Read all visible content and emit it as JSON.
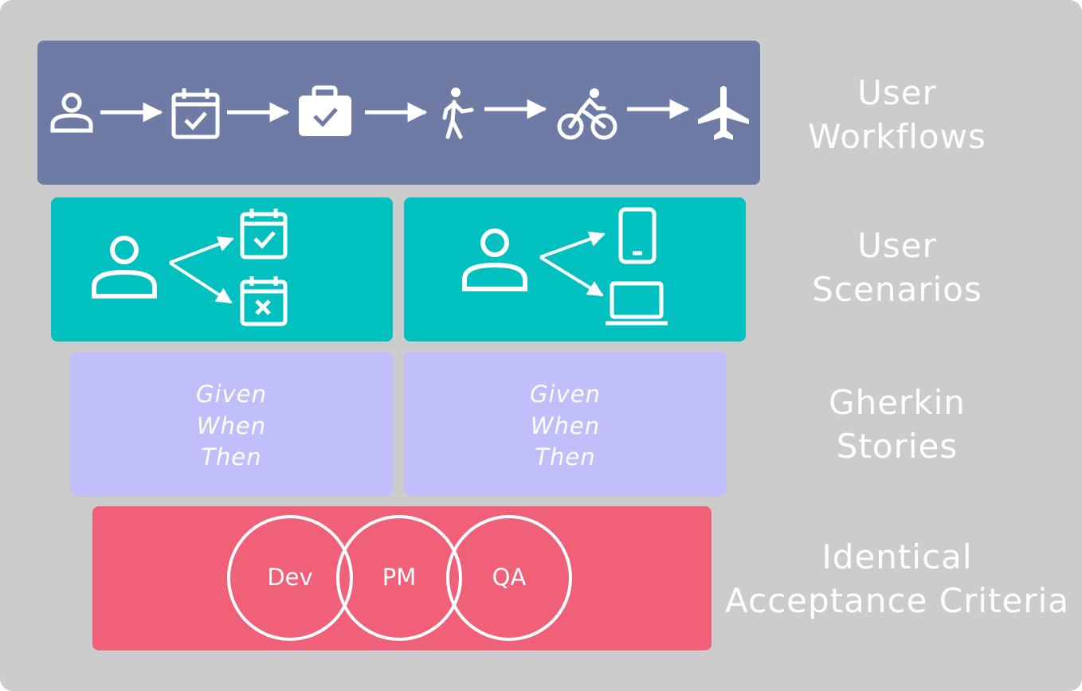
{
  "tiers": {
    "workflows": {
      "label_line1": "User",
      "label_line2": "Workflows",
      "icons": [
        "user-icon",
        "calendar-check-icon",
        "briefcase-check-icon",
        "walking-icon",
        "cycling-icon",
        "airplane-icon"
      ]
    },
    "scenarios": {
      "label_line1": "User",
      "label_line2": "Scenarios"
    },
    "gherkin": {
      "label_line1": "Gherkin",
      "label_line2": "Stories",
      "box_a": [
        "Given",
        "When",
        "Then"
      ],
      "box_b": [
        "Given",
        "When",
        "Then"
      ]
    },
    "acceptance": {
      "label_line1": "Identical",
      "label_line2": "Acceptance Criteria",
      "roles": [
        "Dev",
        "PM",
        "QA"
      ]
    }
  },
  "colors": {
    "frame": "#cccccc",
    "workflows": "#6d7ba5",
    "scenarios": "#00c0c0",
    "gherkin": "#c0bffc",
    "acceptance": "#f06078",
    "text": "#ffffff"
  }
}
